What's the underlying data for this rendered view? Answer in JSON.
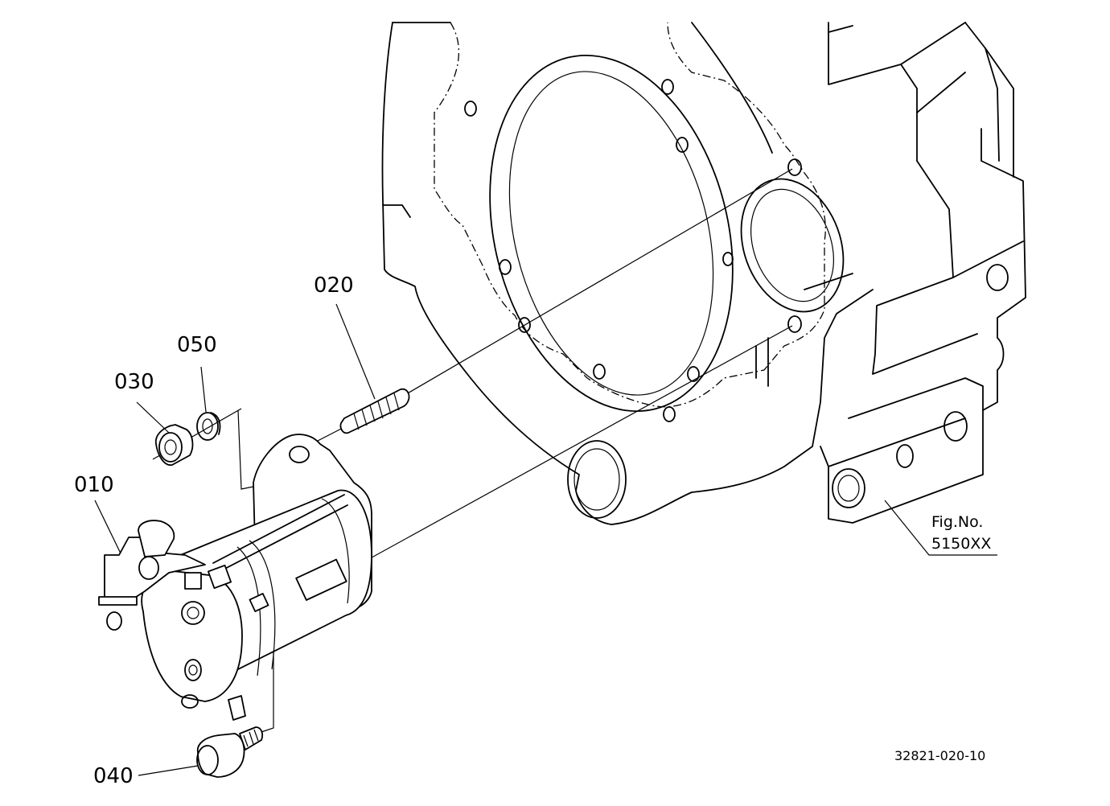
{
  "callouts": {
    "c010": "010",
    "c020": "020",
    "c030": "030",
    "c040": "040",
    "c050": "050"
  },
  "figure": {
    "fig_label": "Fig.No.",
    "fig_number": "5150XX"
  },
  "sheet_number": "32821-020-10"
}
